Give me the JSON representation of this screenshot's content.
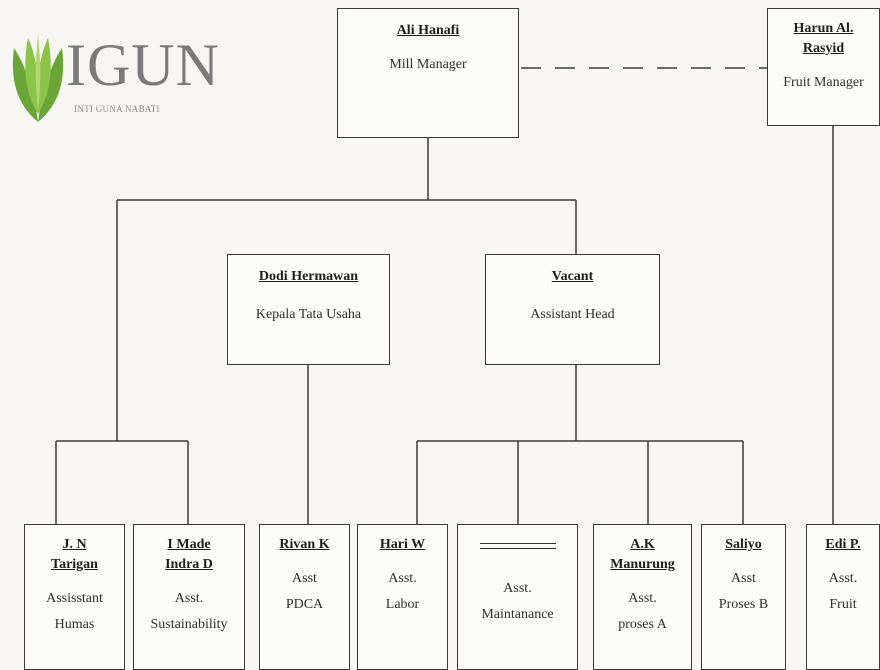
{
  "logo": {
    "wordmark": "IGUN",
    "tagline": "INTI GUNA NABATI",
    "icon": "leaf-logo-icon"
  },
  "positions": {
    "mill_manager": {
      "name": "Ali Hanafi",
      "role": "Mill Manager"
    },
    "fruit_manager": {
      "name_line1": "Harun Al.",
      "name_line2": "Rasyid",
      "role": "Fruit Manager"
    },
    "kepala_tata_usaha": {
      "name": "Dodi Hermawan",
      "role": "Kepala Tata Usaha"
    },
    "assistant_head": {
      "name": "Vacant",
      "role": "Assistant Head"
    },
    "asst_humas": {
      "name_line1": "J. N",
      "name_line2": "Tarigan",
      "role_line1": "Assisstant",
      "role_line2": "Humas"
    },
    "asst_sustainability": {
      "name_line1": "I Made",
      "name_line2": "Indra D",
      "role_line1": "Asst.",
      "role_line2": "Sustainability"
    },
    "asst_pdca": {
      "name": "Rivan K",
      "role_line1": "Asst",
      "role_line2": "PDCA"
    },
    "asst_labor": {
      "name": "Hari W",
      "role_line1": "Asst.",
      "role_line2": "Labor"
    },
    "asst_maintanance": {
      "name": "",
      "role_line1": "Asst.",
      "role_line2": "Maintanance"
    },
    "asst_proses_a": {
      "name_line1": "A.K",
      "name_line2": "Manurung",
      "role_line1": "Asst.",
      "role_line2": "proses A"
    },
    "asst_proses_b": {
      "name": "Saliyo",
      "role_line1": "Asst",
      "role_line2": "Proses B"
    },
    "asst_fruit": {
      "name": "Edi P.",
      "role_line1": "Asst.",
      "role_line2": "Fruit"
    }
  },
  "colors": {
    "line": "#3a3a3a",
    "background": "#f7f6f2",
    "logo_green": "#7db83a",
    "logo_gray": "#7a7a7a"
  }
}
